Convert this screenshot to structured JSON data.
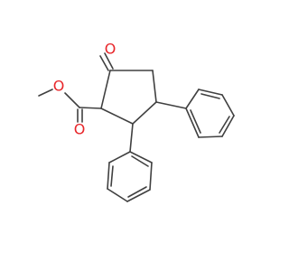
{
  "molecule": {
    "bond_color": "#404040",
    "heteroatom_color": "#e8262a",
    "atoms": {
      "ketone_oxygen": "O",
      "ester_ether_oxygen": "O",
      "ester_carbonyl_oxygen": "O"
    }
  }
}
